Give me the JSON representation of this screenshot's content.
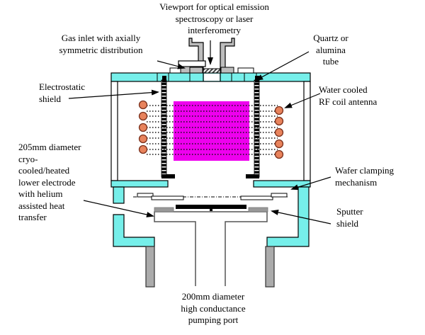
{
  "colors": {
    "chamber": "#76EFEA",
    "plasma": "#EE00EE",
    "coil": "#E8835C",
    "metal": "#BDBDBD",
    "text": "#000000"
  },
  "labels": {
    "viewport": "Viewport for optical emission\nspectroscopy or laser\ninterferometry",
    "gas_inlet": "Gas inlet with axially\nsymmetric distribution",
    "quartz_tube": "Quartz or\nalumina\ntube",
    "electrostatic_shield": "Electrostatic\nshield",
    "rf_coil": "Water cooled\nRF coil antenna",
    "lower_electrode": "205mm diameter\ncryo-\ncooled/heated\nlower electrode\nwith helium\nassisted heat\ntransfer",
    "wafer_clamp": "Wafer clamping\nmechanism",
    "sputter_shield": "Sputter\nshield",
    "pumping_port": "200mm diameter\nhigh conductance\npumping port"
  }
}
